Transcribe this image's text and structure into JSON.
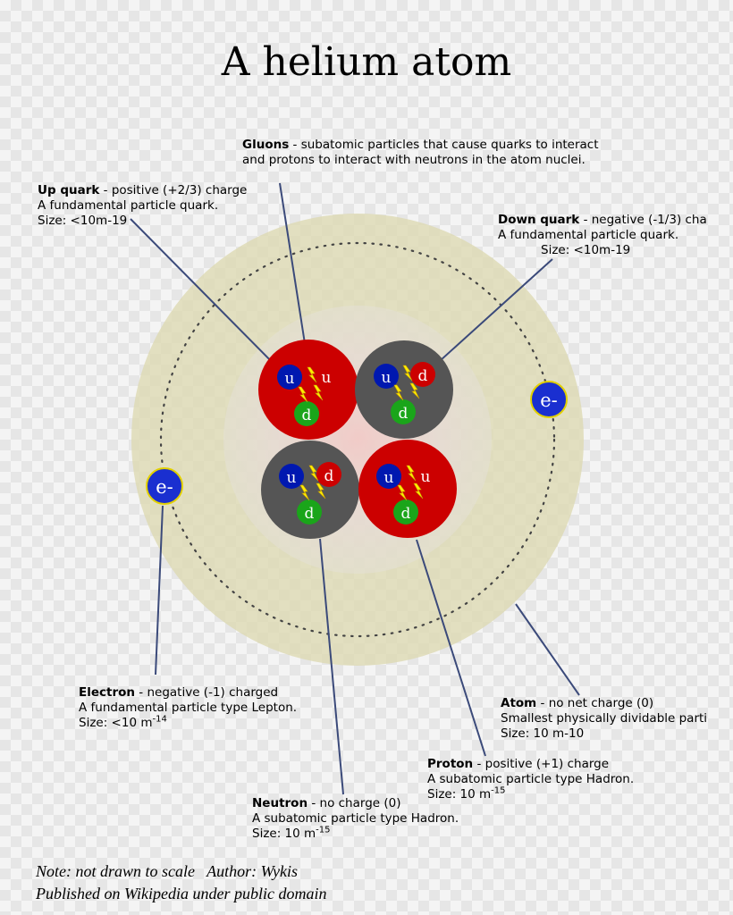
{
  "title": "A helium atom",
  "labels": {
    "gluons": {
      "name": "Gluons",
      "line1": " - subatomic particles that cause quarks to interact",
      "line2": "and protons to interact with neutrons in the atom nuclei."
    },
    "up_quark": {
      "name": "Up quark",
      "line1": " - positive (+2/3) charge",
      "line2": "A fundamental particle quark.",
      "line3": "Size: <10m-19"
    },
    "down_quark": {
      "name": "Down quark",
      "line1": " - negative (-1/3) cha",
      "line2": "A fundamental particle quark.",
      "line3": "Size: <10m-19"
    },
    "electron": {
      "name": "Electron",
      "line1": " - negative (-1) charged",
      "line2": "A fundamental particle type Lepton.",
      "line3_prefix": "Size: <10 m",
      "line3_exp": "-14"
    },
    "atom": {
      "name": "Atom",
      "line1": " - no net charge (0)",
      "line2": "Smallest physically dividable parti",
      "line3": "Size: 10 m-10"
    },
    "proton": {
      "name": "Proton",
      "line1": " - positive (+1) charge",
      "line2": "A subatomic particle type Hadron.",
      "line3_prefix": "Size: 10 m",
      "line3_exp": "-15"
    },
    "neutron": {
      "name": "Neutron",
      "line1": " - no charge (0)",
      "line2": "A subatomic particle type Hadron.",
      "line3_prefix": "Size: 10 m",
      "line3_exp": "-15"
    }
  },
  "particles": {
    "up_symbol": "u",
    "down_symbol": "d",
    "electron_symbol": "e-"
  },
  "footer": {
    "line1": "Note: not drawn to scale   Author: Wykis",
    "line2": "Published on Wikipedia under public domain"
  },
  "colors": {
    "proton": "#cc0000",
    "neutron": "#555555",
    "up_quark": "#0018b0",
    "down_quark_in_proton": "#1aa51a",
    "down_quark_in_neutron": "#cc0000",
    "electron": "#1a2fd0",
    "gluon": "#ffee00",
    "leader_line": "#3b4a7a"
  }
}
